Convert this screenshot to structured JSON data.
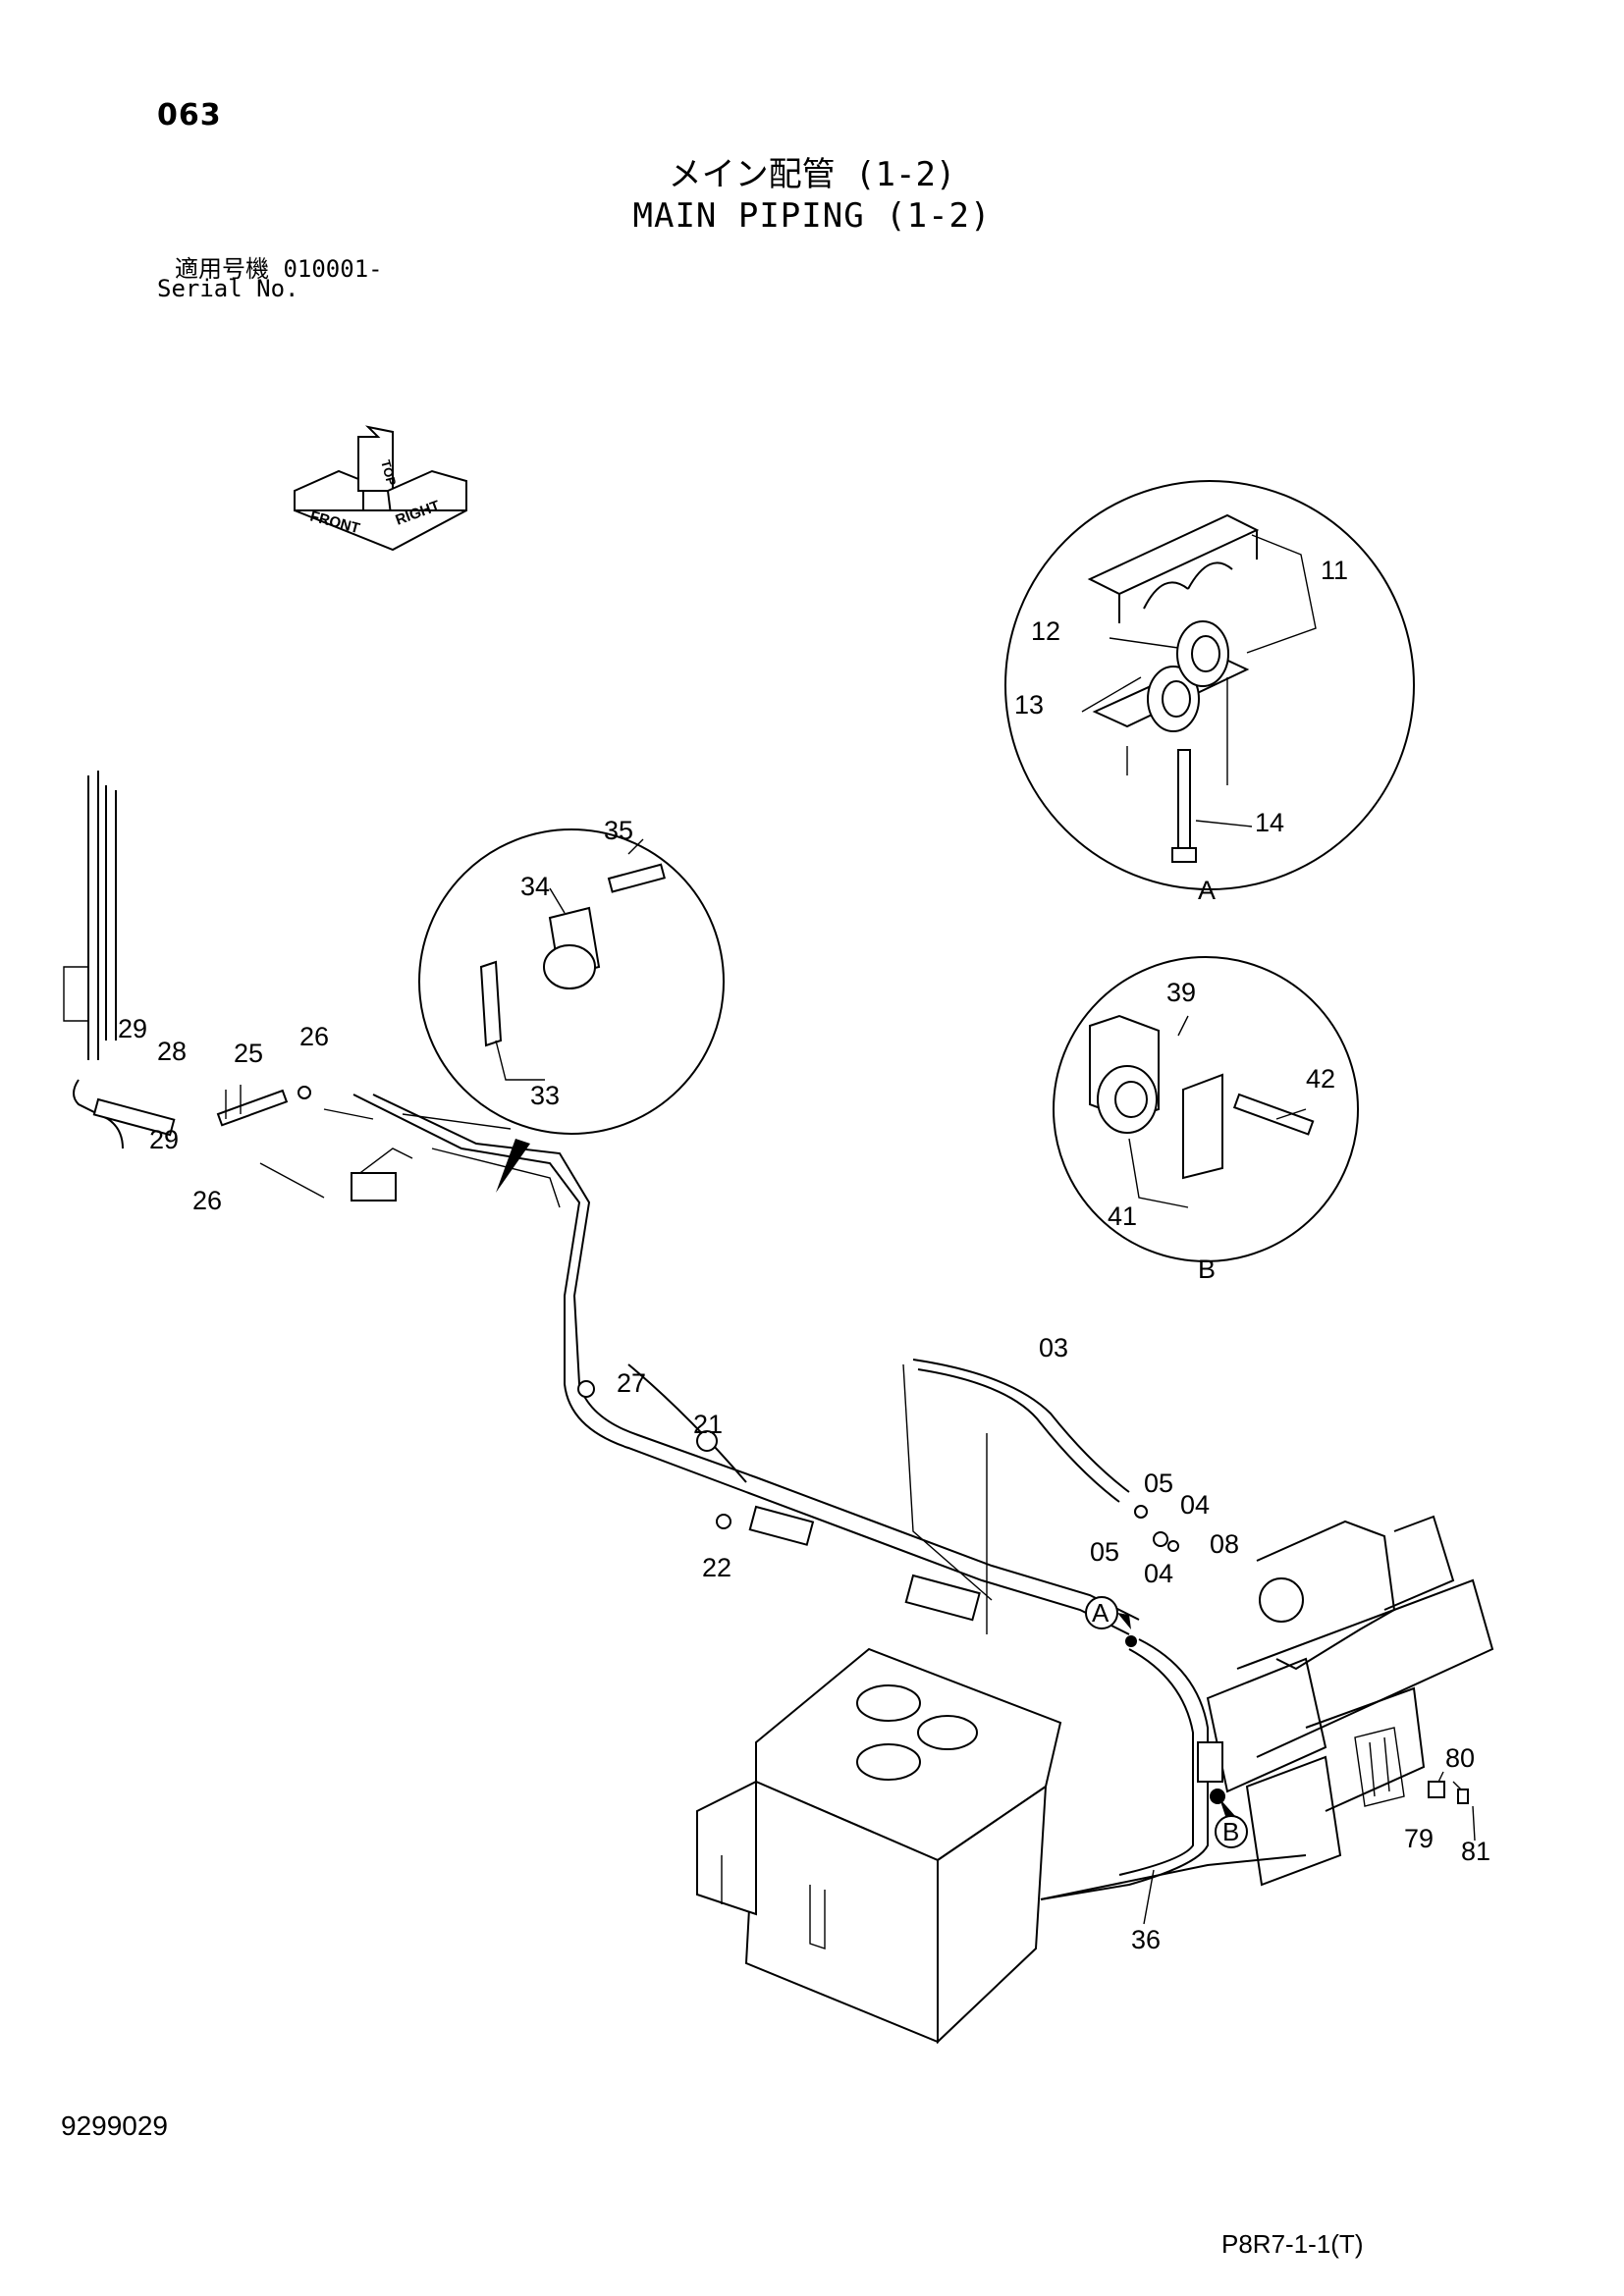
{
  "header": {
    "page_number": "063",
    "title_jp": "メイン配管 (1-2)",
    "title_en": "MAIN PIPING (1-2)",
    "serial_label_jp": "適用号機 010001-",
    "serial_label_en": "Serial No."
  },
  "orientation_icon": {
    "labels": [
      "FRONT",
      "TOP",
      "RIGHT"
    ],
    "icon": "orientation-arrows-icon"
  },
  "detail_views": [
    {
      "name": "A",
      "parts": [
        "11",
        "12",
        "13",
        "14"
      ]
    },
    {
      "name": "B",
      "parts": [
        "39",
        "41",
        "42"
      ]
    },
    {
      "name": "",
      "parts": [
        "33",
        "34",
        "35"
      ]
    }
  ],
  "callouts": {
    "c03": "03",
    "c04a": "04",
    "c04b": "04",
    "c05a": "05",
    "c05b": "05",
    "c08": "08",
    "c11": "11",
    "c12": "12",
    "c13": "13",
    "c14": "14",
    "c21": "21",
    "c22": "22",
    "c25": "25",
    "c26a": "26",
    "c26b": "26",
    "c27": "27",
    "c28": "28",
    "c29a": "29",
    "c29b": "29",
    "c33": "33",
    "c34": "34",
    "c35": "35",
    "c36": "36",
    "c39": "39",
    "c41": "41",
    "c42": "42",
    "c79": "79",
    "c80": "80",
    "c81": "81"
  },
  "view_refs": {
    "detail_a": "A",
    "detail_b": "B",
    "marker_a": "A",
    "marker_b": "B"
  },
  "footer": {
    "document_number": "9299029",
    "figure_code": "P8R7-1-1(T)"
  }
}
